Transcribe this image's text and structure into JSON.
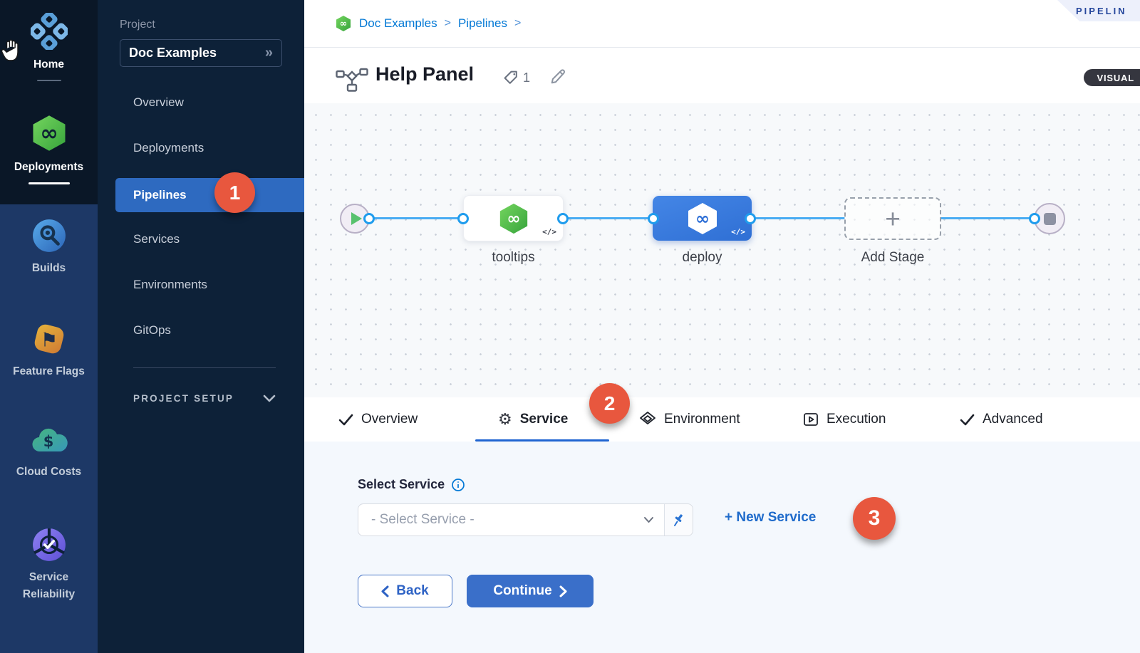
{
  "colors": {
    "module_sidebar_top_bg": "#0a1727",
    "module_sidebar_bg": "#1d3866",
    "project_sidebar_bg": "#0d2138",
    "nav_selected_bg": "#2e6ac0",
    "badge_red": "#e8573e",
    "link_blue": "#0278d5",
    "connector_blue": "#49acf3",
    "deploy_node_blue": "#3c7de2",
    "harness_green": "#4fb84f",
    "continue_button_blue": "#3a6fc9",
    "panel_bg": "#f4f8fd",
    "visual_pill_bg": "#35363f"
  },
  "icons": {
    "home": "blue-diamond-grid",
    "deployments": "green-hexagon-infinity",
    "builds": "blue-circle-magnifier",
    "feature_flags": "orange-squircle-flag",
    "cloud_costs": "teal-cloud-dollar",
    "service_reliability": "purple-circle-check",
    "title": "flowchart",
    "tag": "tag-outline",
    "edit": "pencil-outline",
    "info": "info-circle",
    "pin": "pushpin",
    "dropdown": "chevron-down"
  },
  "module_sidebar": {
    "items": [
      {
        "label": "Home"
      },
      {
        "label": "Deployments"
      },
      {
        "label": "Builds"
      },
      {
        "label": "Feature Flags"
      },
      {
        "label": "Cloud Costs"
      },
      {
        "label": "Service Reliability"
      }
    ]
  },
  "project_sidebar": {
    "section_label": "Project",
    "project_name": "Doc Examples",
    "expand_glyph": "»",
    "items": [
      {
        "label": "Overview"
      },
      {
        "label": "Deployments"
      },
      {
        "label": "Pipelines",
        "selected": true,
        "badge": "1"
      },
      {
        "label": "Services"
      },
      {
        "label": "Environments"
      },
      {
        "label": "GitOps"
      }
    ],
    "setup_label": "PROJECT SETUP"
  },
  "breadcrumb": {
    "items": [
      {
        "label": "Doc Examples"
      },
      {
        "label": "Pipelines"
      }
    ],
    "separator": ">"
  },
  "ribbon": {
    "label": "PIPELIN"
  },
  "header": {
    "title": "Help Panel",
    "tag_count": "1",
    "mode_toggle": "VISUAL"
  },
  "canvas": {
    "stages": [
      {
        "label": "tooltips",
        "code_glyph": "</>"
      },
      {
        "label": "deploy",
        "code_glyph": "</>"
      },
      {
        "label": "Add Stage",
        "plus_glyph": "+"
      }
    ]
  },
  "tabs": {
    "items": [
      {
        "label": "Overview"
      },
      {
        "label": "Service",
        "active": true,
        "badge": "2"
      },
      {
        "label": "Environment"
      },
      {
        "label": "Execution"
      },
      {
        "label": "Advanced"
      }
    ]
  },
  "service_panel": {
    "label": "Select Service",
    "dropdown_value": "- Select Service -",
    "new_service_label": "+ New Service",
    "badge": "3",
    "back_label": "Back",
    "continue_label": "Continue"
  }
}
